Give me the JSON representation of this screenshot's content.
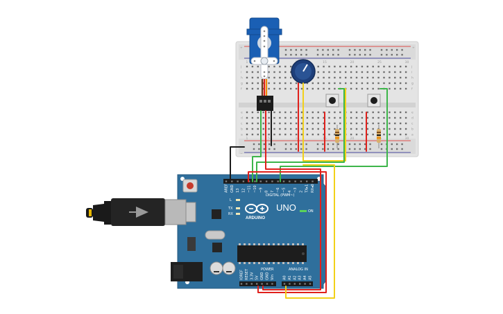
{
  "arduino": {
    "brand": "ARDUINO",
    "model": "UNO",
    "on_label": "ON",
    "digital_label": "DIGITAL (PWM~)",
    "power_label": "POWER",
    "analog_label": "ANALOG IN",
    "led_labels": [
      "L",
      "TX",
      "RX"
    ],
    "digital_pins": [
      "AREF",
      "GND",
      "13",
      "12",
      "~11",
      "~10",
      "~9",
      "8",
      "7",
      "~6",
      "~5",
      "4",
      "~3",
      "2",
      "TX▸1",
      "RX◂0"
    ],
    "power_pins": [
      "IOREF",
      "RESET",
      "3.3V",
      "5V",
      "GND",
      "GND",
      "Vin"
    ],
    "analog_pins": [
      "A0",
      "A1",
      "A2",
      "A3",
      "A4",
      "A5"
    ]
  },
  "breadboard": {
    "rows_top": [
      "j",
      "i",
      "h",
      "g",
      "f"
    ],
    "rows_bottom": [
      "e",
      "d",
      "c",
      "b",
      "a"
    ],
    "columns": [
      "1",
      "5",
      "10",
      "15",
      "20",
      "25",
      "30"
    ]
  },
  "colors": {
    "wire_red": "#e0201b",
    "wire_green": "#3cb54a",
    "wire_yellow": "#f2d019",
    "wire_black": "#1c1c1c",
    "board_blue": "#2f6f9c",
    "servo_blue": "#1a5fb4"
  }
}
